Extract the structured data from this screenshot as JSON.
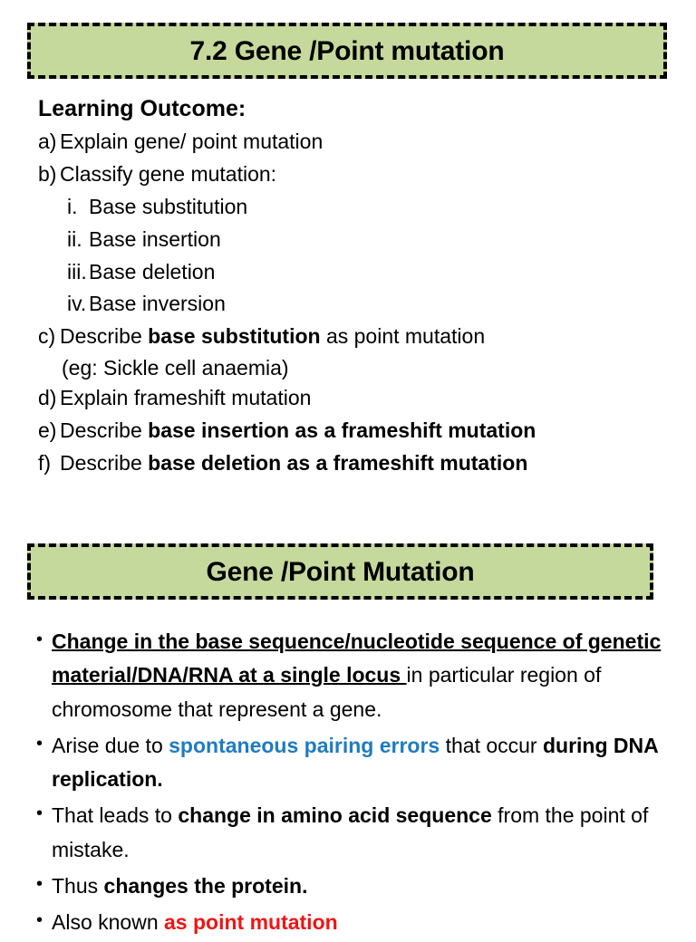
{
  "slide": {
    "banner_top": {
      "title": "7.2 Gene /Point mutation"
    },
    "banner_mid": {
      "title": "Gene /Point Mutation"
    },
    "learning_outcome": {
      "heading": "Learning Outcome:",
      "items": [
        {
          "marker": "a)",
          "text": "Explain gene/ point mutation"
        },
        {
          "marker": "b)",
          "text": "Classify gene mutation:"
        },
        {
          "marker": "i.",
          "text": "Base substitution",
          "sub": true
        },
        {
          "marker": "ii.",
          "text": "Base insertion",
          "sub": true
        },
        {
          "marker": "iii.",
          "text": "Base deletion",
          "sub": true
        },
        {
          "marker": "iv.",
          "text": "Base inversion",
          "sub": true
        },
        {
          "marker": "c)",
          "pre": "Describe ",
          "bold": "base substitution",
          "post": " as point mutation",
          "continuation": "(eg: Sickle cell anaemia)"
        },
        {
          "marker": "d)",
          "text": "Explain frameshift mutation"
        },
        {
          "marker": "e)",
          "pre": "Describe ",
          "bold": "base insertion as a frameshift mutation",
          "post": ""
        },
        {
          "marker": "f)",
          "pre": "Describe ",
          "bold": "base deletion as a frameshift mutation",
          "post": ""
        }
      ]
    },
    "body_bullets": {
      "marker": "•",
      "items": [
        {
          "seg_bold_underline_1": "Change in the base sequence/nucleotide sequence of genetic material/DNA/RNA at ",
          "seg_bold_underline_2": "a single locus ",
          "seg_plain": "in particular region of chromosome that represent a gene."
        },
        {
          "seg_plain_1": "Arise due to ",
          "seg_blue": "spontaneous pairing errors",
          "seg_plain_2": " that occur ",
          "seg_bold": "during DNA replication."
        },
        {
          "seg_plain_1": "That leads to ",
          "seg_bold": "change in amino acid sequence",
          "seg_plain_2": " from the point of mistake."
        },
        {
          "seg_plain_1": "Thus ",
          "seg_bold": "changes the protein."
        },
        {
          "seg_plain_1": "Also known ",
          "seg_red": "as point mutation"
        }
      ]
    },
    "colors": {
      "banner_green": "#c6d99c",
      "banner_border": "#000000",
      "accent_blue": "#1f7bc1",
      "accent_red": "#ee1513",
      "text": "#000000",
      "background": "#ffffff"
    }
  }
}
